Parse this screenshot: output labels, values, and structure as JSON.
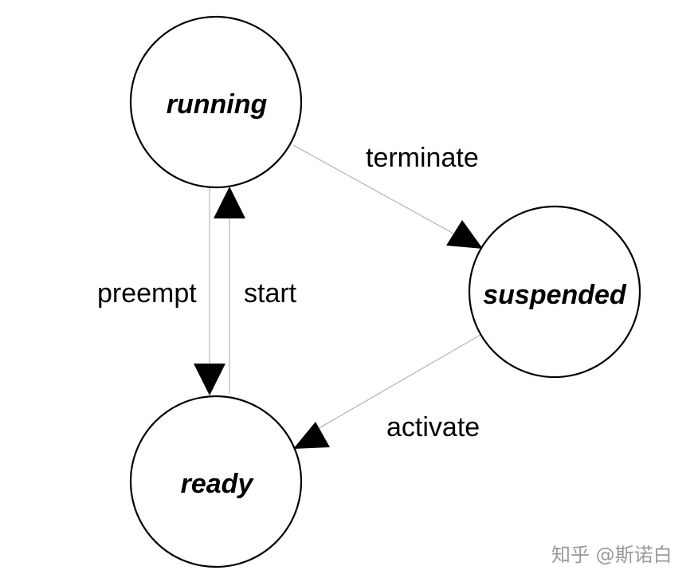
{
  "states": {
    "running": "running",
    "suspended": "suspended",
    "ready": "ready"
  },
  "transitions": {
    "terminate": "terminate",
    "preempt": "preempt",
    "start": "start",
    "activate": "activate"
  },
  "watermark": "知乎 @斯诺白"
}
